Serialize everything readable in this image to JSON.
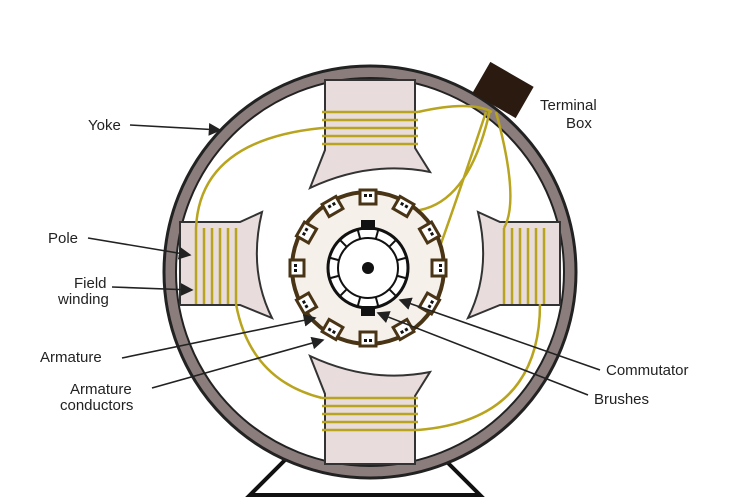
{
  "title": "DC Motor Construction",
  "labels": {
    "yoke": "Yoke",
    "terminal_box_1": "Terminal",
    "terminal_box_2": "Box",
    "pole": "Pole",
    "field_winding_1": "Field",
    "field_winding_2": "winding",
    "armature": "Armature",
    "armature_conductors_1": "Armature",
    "armature_conductors_2": "conductors",
    "commutator": "Commutator",
    "brushes": "Brushes"
  },
  "colors": {
    "yoke": "#8c7d7d",
    "pole": "#e8dcdc",
    "winding": "#b8a41e",
    "armature": "#4a3416"
  }
}
